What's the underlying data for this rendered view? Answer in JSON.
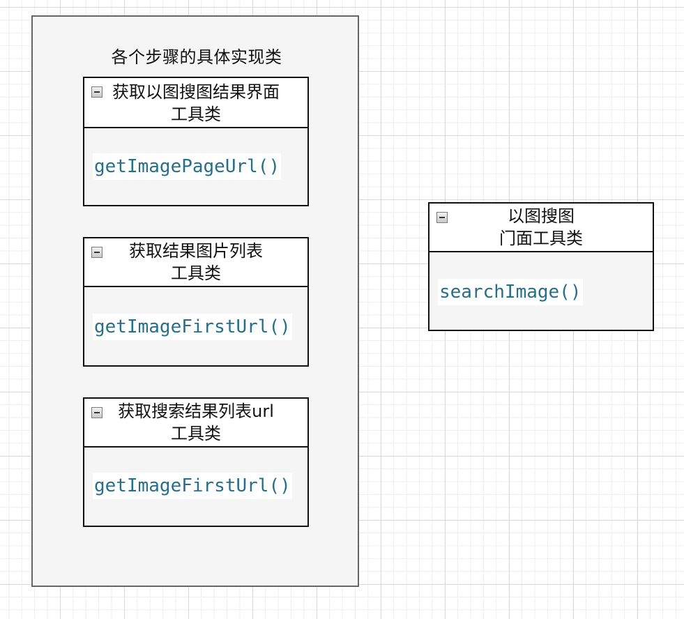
{
  "group": {
    "title": "各个步骤的具体实现类"
  },
  "classes": [
    {
      "name_line1": "获取以图搜图结果界面",
      "name_line2": "工具类",
      "method": "getImagePageUrl()"
    },
    {
      "name_line1": "获取结果图片列表",
      "name_line2": "工具类",
      "method": "getImageFirstUrl()"
    },
    {
      "name_line1": "获取搜索结果列表url",
      "name_line2": "工具类",
      "method": "getImageFirstUrl()"
    },
    {
      "name_line1": "以图搜图",
      "name_line2": "门面工具类",
      "method": "searchImage()"
    }
  ],
  "colors": {
    "method_text": "#266f8a",
    "group_fill": "#f5f5f5",
    "group_border": "#666666"
  },
  "icons": {
    "collapse": "collapse-minus-icon"
  }
}
